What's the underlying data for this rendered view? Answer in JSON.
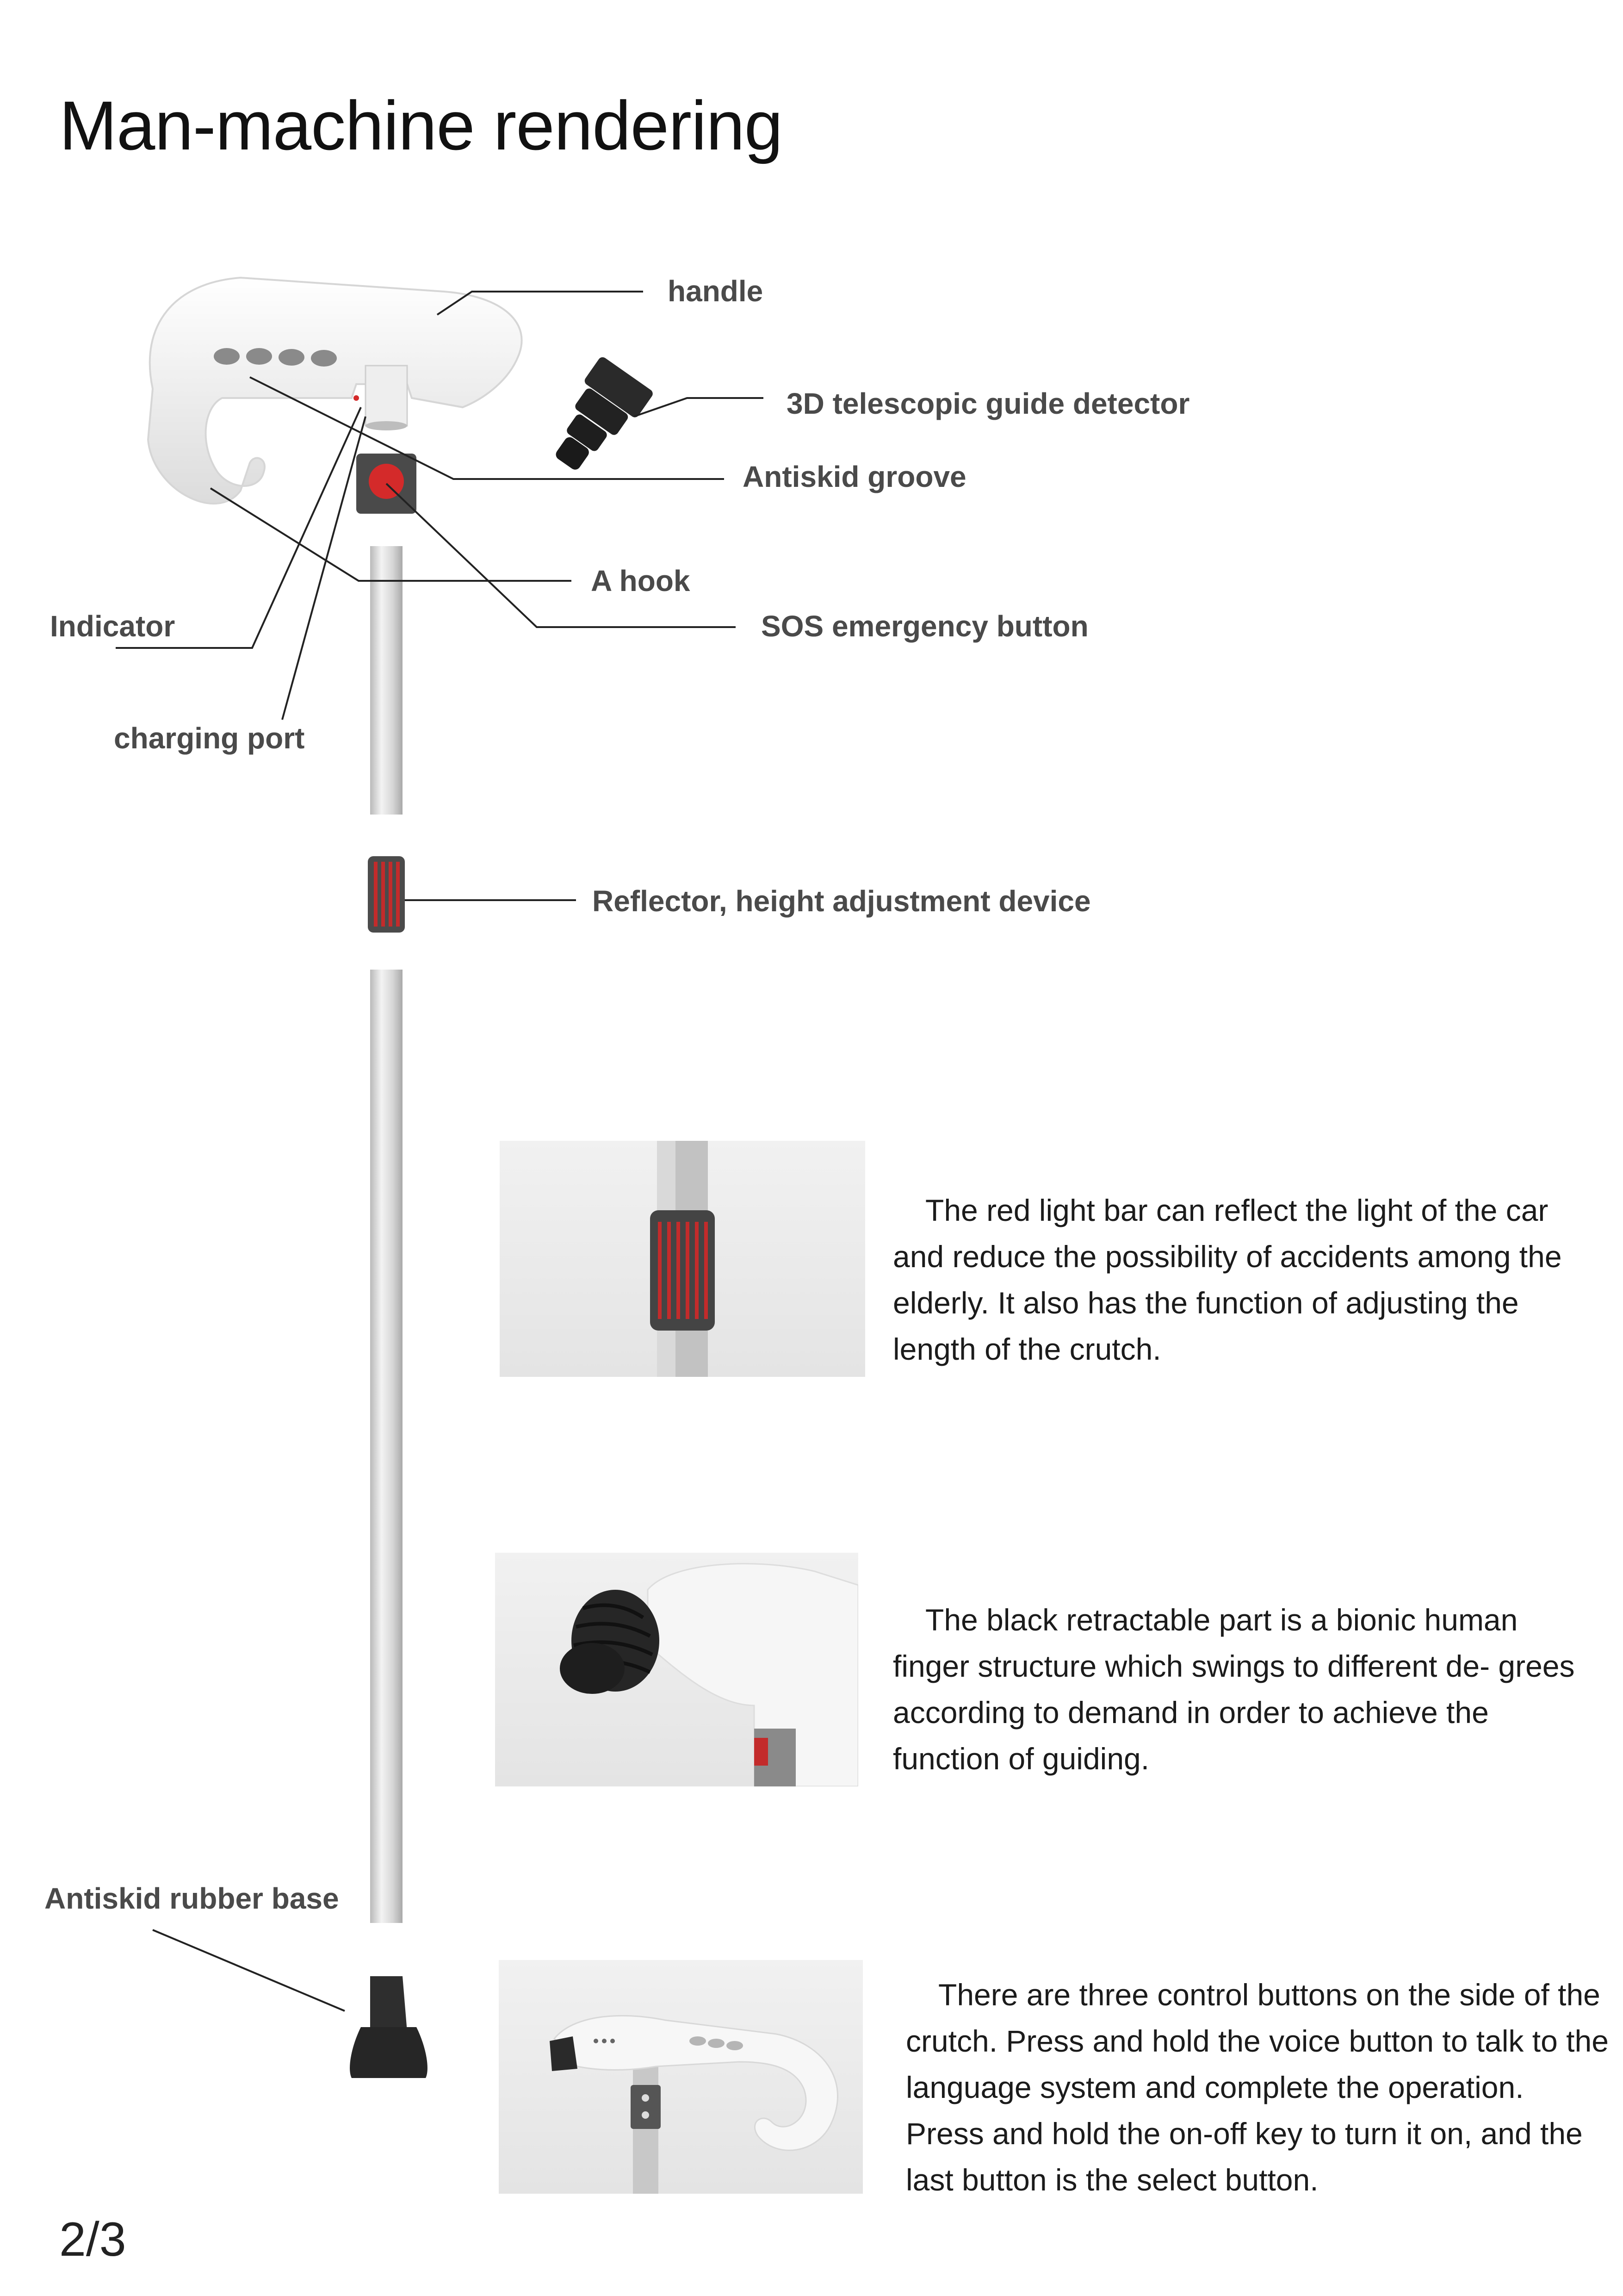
{
  "page": {
    "title": "Man-machine rendering",
    "page_number": "2/3"
  },
  "callouts": {
    "handle": "handle",
    "detector": "3D telescopic guide detector",
    "groove": "Antiskid groove",
    "hook": "A hook",
    "indicator": "Indicator",
    "sos": "SOS emergency button",
    "charging": "charging port",
    "reflector": "Reflector, height adjustment device",
    "base": "Antiskid rubber base"
  },
  "descriptions": {
    "reflector_text": "The red light bar can reflect the light of the car and reduce the possibility of accidents among the elderly. It also has the function of adjusting the length of the crutch.",
    "finger_text": "The black retractable part is a bionic human finger structure which swings to different de- grees according to demand in order to achieve the function of guiding.",
    "buttons_text": "There are three control buttons on the side of the crutch. Press and hold the voice button to talk to the language system and complete the operation. Press and hold the on-off key to turn it on, and the last button is the select button."
  },
  "colors": {
    "accent_red": "#d42a2a",
    "body_white": "#f4f4f4",
    "rubber_black": "#2a2a2a",
    "tube_gray": "#d8d8d8"
  }
}
